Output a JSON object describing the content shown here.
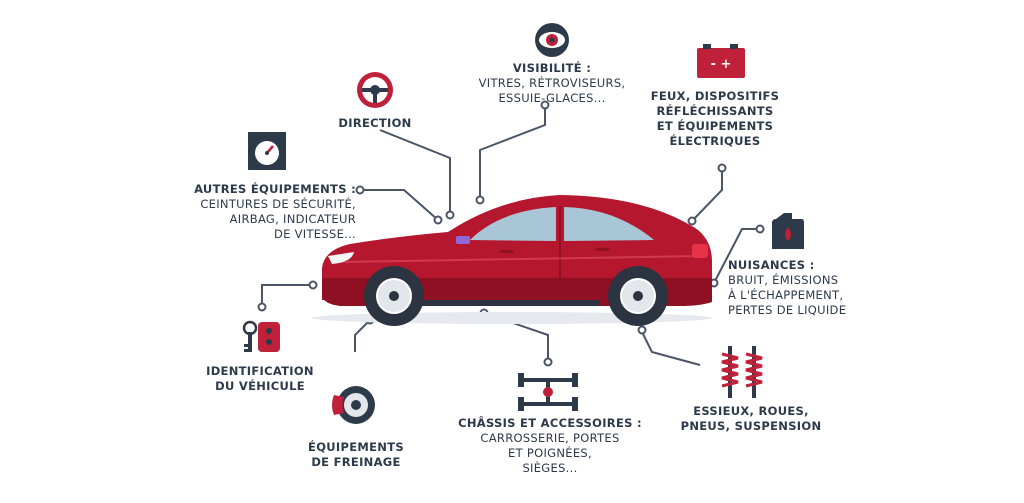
{
  "labels": {
    "visibilite": {
      "title": "VISIBILITÉ :",
      "lines": [
        "VITRES, RÉTROVISEURS,",
        "ESSUIE-GLACES..."
      ]
    },
    "direction": {
      "title": "DIRECTION"
    },
    "feux": {
      "title_lines": [
        "FEUX, DISPOSITIFS",
        "RÉFLÉCHISSANTS",
        "ET ÉQUIPEMENTS",
        "ÉLECTRIQUES"
      ]
    },
    "autres": {
      "title": "AUTRES ÉQUIPEMENTS :",
      "lines": [
        "CEINTURES DE SÉCURITÉ,",
        "AIRBAG, INDICATEUR",
        "DE VITESSE..."
      ]
    },
    "nuisances": {
      "title": "NUISANCES :",
      "lines": [
        "BRUIT, ÉMISSIONS",
        "À L'ÉCHAPPEMENT,",
        "PERTES DE LIQUIDE"
      ]
    },
    "identification": {
      "title_lines": [
        "IDENTIFICATION",
        "DU VÉHICULE"
      ]
    },
    "freinage": {
      "title_lines": [
        "ÉQUIPEMENTS",
        "DE FREINAGE"
      ]
    },
    "chassis": {
      "title": "CHÂSSIS ET ACCESSOIRES :",
      "lines": [
        "CARROSSERIE, PORTES",
        "ET POIGNÉES,",
        "SIÈGES..."
      ]
    },
    "essieux": {
      "title_lines": [
        "ESSIEUX, ROUES,",
        "PNEUS, SUSPENSION"
      ]
    }
  },
  "battery_symbols": "- +",
  "colors": {
    "car_body": "#b5172e",
    "car_dark": "#8e1022",
    "window": "#a9c6d6",
    "tire": "#2b3440",
    "accent_red": "#c0213a",
    "navy": "#2d3a4a",
    "line": "#4a5566",
    "mirror": "#8e6ad6"
  },
  "icons": [
    "eye-icon",
    "steering-wheel-icon",
    "battery-icon",
    "speedometer-icon",
    "oil-can-icon",
    "car-keys-icon",
    "brake-disc-icon",
    "chassis-axle-icon",
    "shock-absorber-icon"
  ]
}
